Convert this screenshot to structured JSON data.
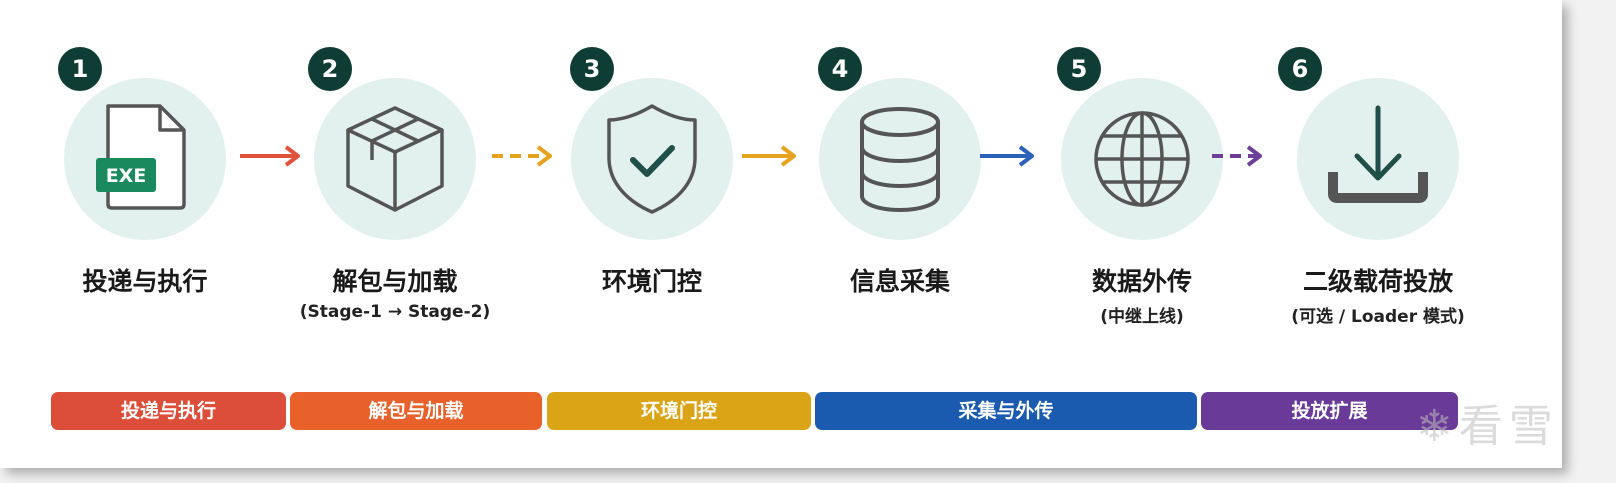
{
  "steps": [
    {
      "num": "1",
      "title": "投递与执行",
      "sub": "",
      "icon": "exe-file-icon",
      "badge": "EXE"
    },
    {
      "num": "2",
      "title": "解包与加载",
      "sub": "(Stage-1 → Stage-2)",
      "icon": "package-box-icon"
    },
    {
      "num": "3",
      "title": "环境门控",
      "sub": "",
      "icon": "shield-check-icon"
    },
    {
      "num": "4",
      "title": "信息采集",
      "sub": "",
      "icon": "database-icon"
    },
    {
      "num": "5",
      "title": "数据外传",
      "sub": "(中继上线)",
      "icon": "globe-icon"
    },
    {
      "num": "6",
      "title": "二级载荷投放",
      "sub": "(可选 / Loader 模式)",
      "icon": "download-tray-icon"
    }
  ],
  "arrows": [
    {
      "style": "solid",
      "color": "#e0533b"
    },
    {
      "style": "dashed",
      "color": "#e6a31e"
    },
    {
      "style": "solid",
      "color": "#e6a31e"
    },
    {
      "style": "solid",
      "color": "#2a62b8"
    },
    {
      "style": "dashed",
      "color": "#6e3f98"
    }
  ],
  "phases": [
    {
      "label": "投递与执行",
      "color": "#dc4d3a"
    },
    {
      "label": "解包与加载",
      "color": "#e8602a"
    },
    {
      "label": "环境门控",
      "color": "#dba417"
    },
    {
      "label": "采集与外传",
      "color": "#1a5bb0"
    },
    {
      "label": "投放扩展",
      "color": "#6a3a98"
    }
  ],
  "colors": {
    "number_badge": "#0f3d35",
    "icon_circle": "#e2f1ee",
    "icon_stroke": "#555555",
    "exe_badge": "#1a8a5e"
  },
  "watermark": "看雪"
}
